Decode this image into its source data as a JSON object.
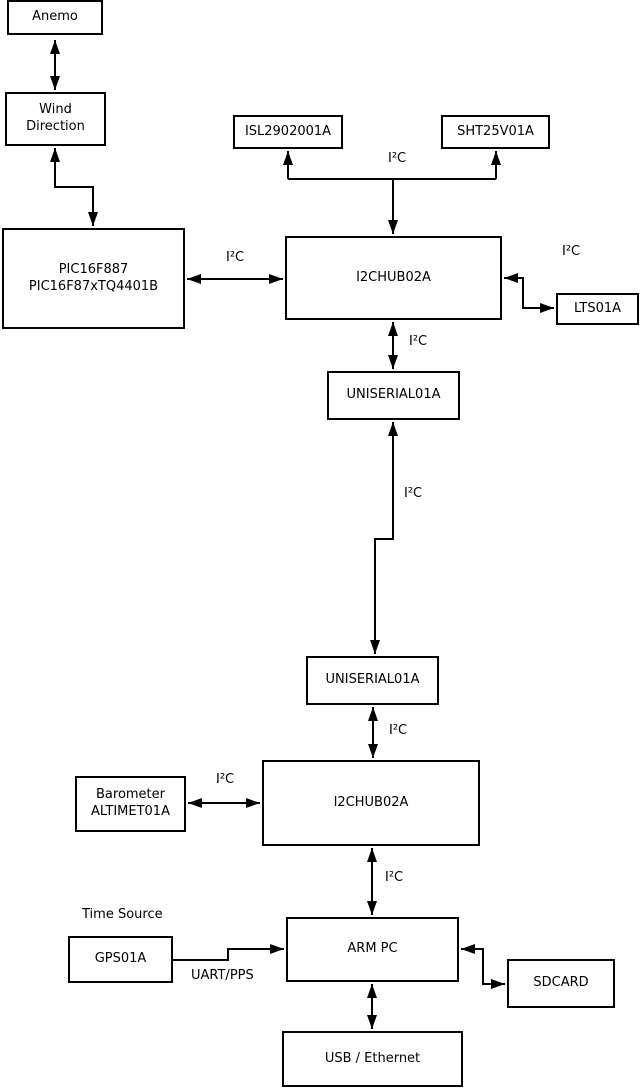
{
  "diagram": {
    "nodes": {
      "anemo": {
        "label": "Anemo"
      },
      "wind": {
        "line1": "Wind",
        "line2": "Direction"
      },
      "pic": {
        "line1": "PIC16F887",
        "line2": "PIC16F87xTQ4401B"
      },
      "isl": {
        "label": "ISL2902001A"
      },
      "sht": {
        "label": "SHT25V01A"
      },
      "hub1": {
        "label": "I2CHUB02A"
      },
      "lts": {
        "label": "LTS01A"
      },
      "uniserial1": {
        "label": "UNISERIAL01A"
      },
      "uniserial2": {
        "label": "UNISERIAL01A"
      },
      "hub2": {
        "label": "I2CHUB02A"
      },
      "barometer": {
        "line1": "Barometer",
        "line2": "ALTIMET01A"
      },
      "gps": {
        "label": "GPS01A"
      },
      "armpc": {
        "label": "ARM PC"
      },
      "sdcard": {
        "label": "SDCARD"
      },
      "usb": {
        "label": "USB / Ethernet"
      }
    },
    "labels": {
      "i2c": "I²C",
      "uart_pps": "UART/PPS",
      "time_source": "Time Source"
    },
    "colors": {
      "line": "#000000",
      "background": "#ffffff",
      "box_fill": "#ffffff"
    }
  }
}
